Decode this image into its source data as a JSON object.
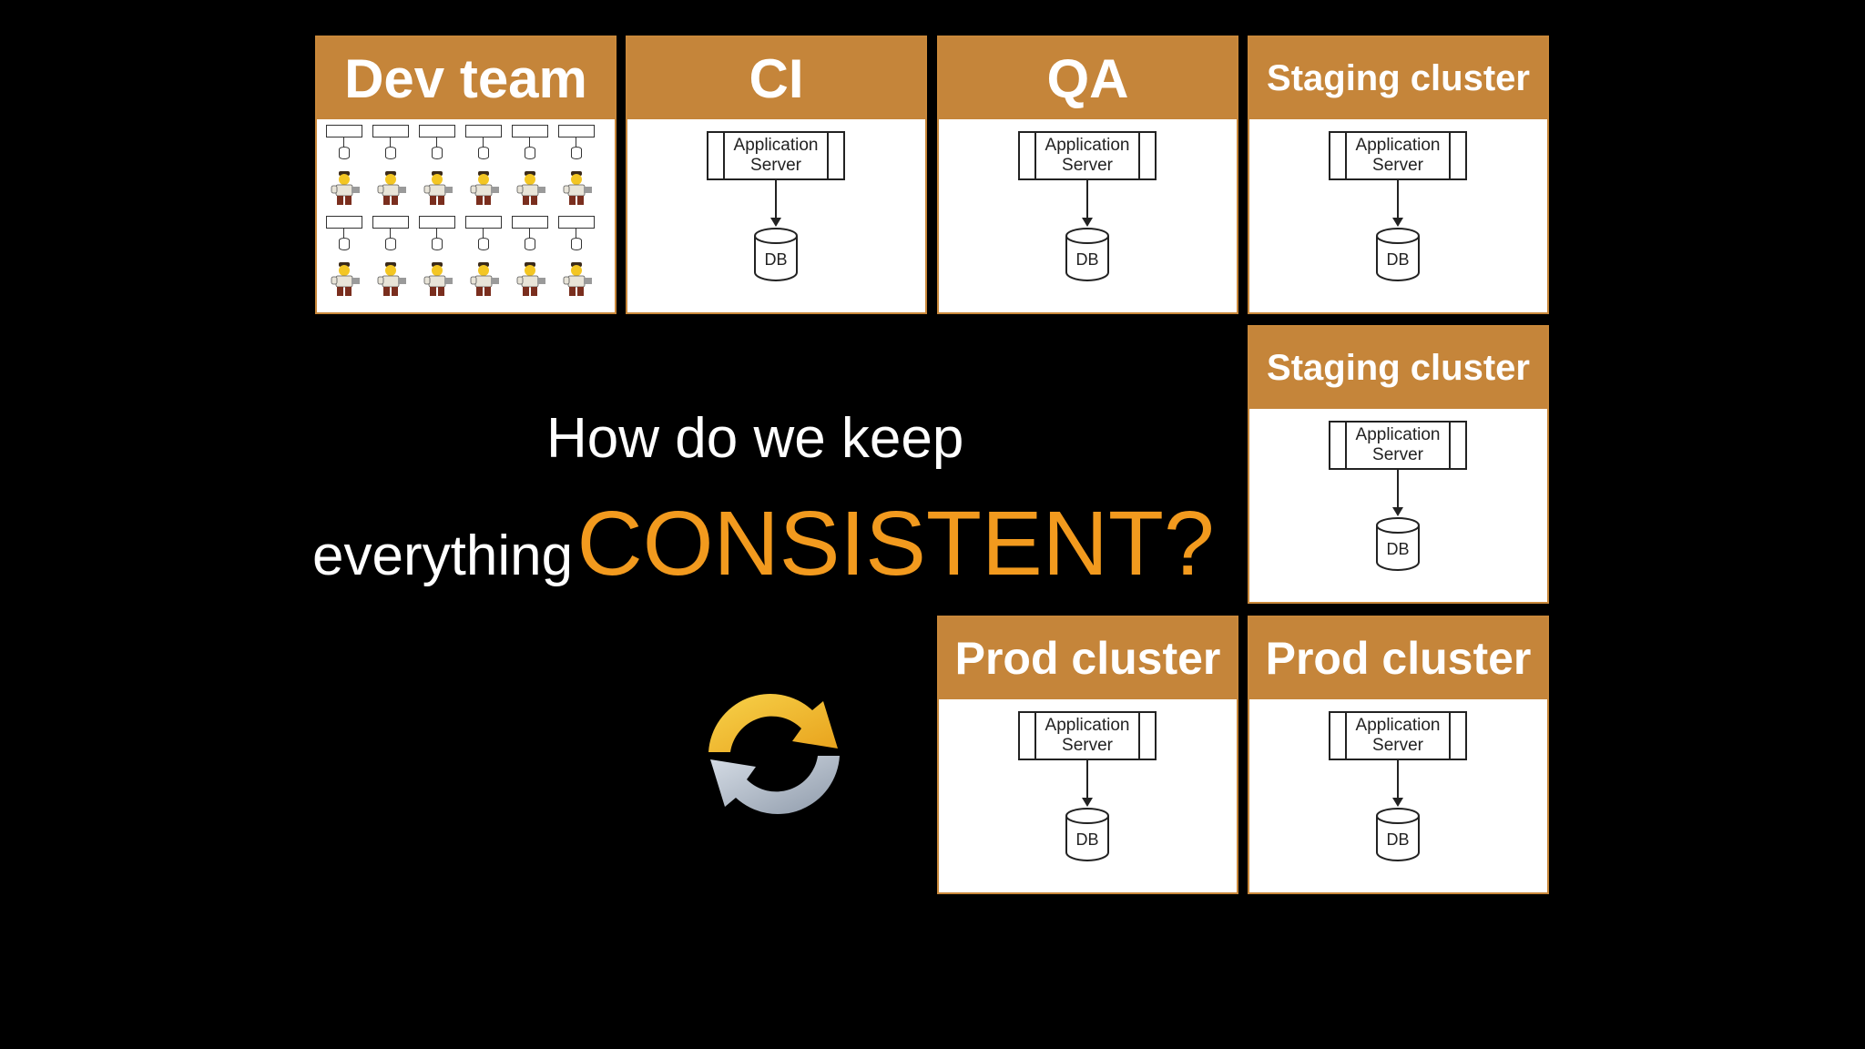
{
  "panels": [
    {
      "id": "dev",
      "title": "Dev team"
    },
    {
      "id": "ci",
      "title": "CI",
      "app_label": [
        "Application",
        "Server"
      ],
      "db_label": "DB"
    },
    {
      "id": "qa",
      "title": "QA",
      "app_label": [
        "Application",
        "Server"
      ],
      "db_label": "DB"
    },
    {
      "id": "staging1",
      "title": "Staging cluster",
      "app_label": [
        "Application",
        "Server"
      ],
      "db_label": "DB"
    },
    {
      "id": "staging2",
      "title": "Staging cluster",
      "app_label": [
        "Application",
        "Server"
      ],
      "db_label": "DB"
    },
    {
      "id": "prod1",
      "title": "Prod cluster",
      "app_label": [
        "Application",
        "Server"
      ],
      "db_label": "DB"
    },
    {
      "id": "prod2",
      "title": "Prod cluster",
      "app_label": [
        "Application",
        "Server"
      ],
      "db_label": "DB"
    }
  ],
  "question": {
    "line1": "How do we keep",
    "line2_prefix": "everything",
    "line2_emphasis": "CONSISTENT?"
  },
  "colors": {
    "background": "#000000",
    "header": "#c5853a",
    "emphasis": "#f29a1e"
  },
  "icons": {
    "sync": "refresh-sync-icon"
  }
}
